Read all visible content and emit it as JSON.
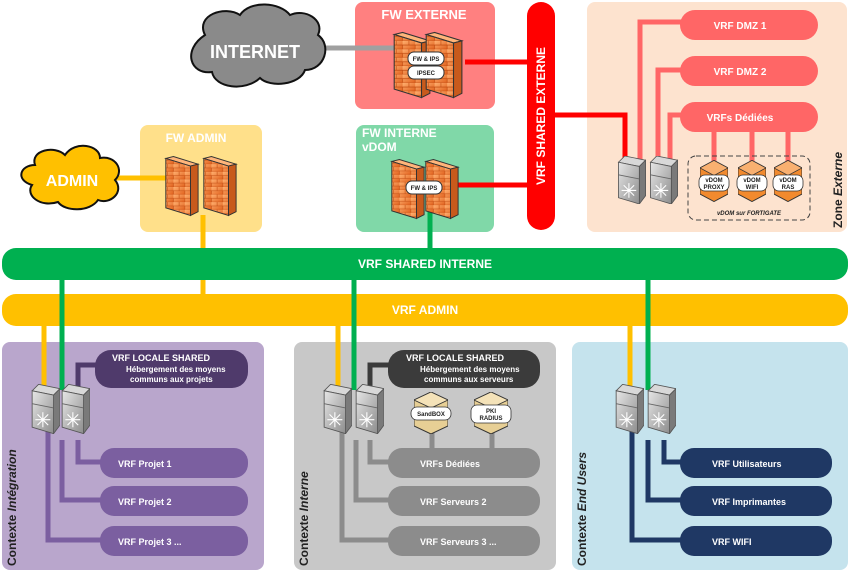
{
  "colors": {
    "red": "#ff0000",
    "red_light": "#ff6666",
    "fw_externe_bg": "#ff8080",
    "zone_externe_bg": "#fde3cf",
    "green": "#00b050",
    "fw_interne_bg": "#80d8a8",
    "yellow": "#ffc000",
    "fw_admin_bg": "#ffe08a",
    "purple_bg": "#b9a6cc",
    "purple": "#7b5fa0",
    "purple_dark": "#4f3a6b",
    "gray_bg": "#c8c8c8",
    "gray": "#8c8c8c",
    "gray_dark": "#3b3b3b",
    "blue_bg": "#c5e3ed",
    "navy": "#1f3864",
    "cloud_gray": "#8a8a8a",
    "cloud_yellow": "#ffc000",
    "firewall_orange": "#f08030"
  },
  "clouds": {
    "internet": "INTERNET",
    "admin": "ADMIN"
  },
  "fw_externe": {
    "title": "FW EXTERNE",
    "badges": [
      "FW & IPS",
      "IPSEC"
    ]
  },
  "fw_interne": {
    "title_line1": "FW INTERNE",
    "title_line2": "vDOM",
    "badges": [
      "FW & IPS"
    ]
  },
  "fw_admin": {
    "title": "FW ADMIN"
  },
  "vrf_shared_externe": "VRF SHARED EXTERNE",
  "vrf_shared_interne": "VRF SHARED INTERNE",
  "vrf_admin": "VRF ADMIN",
  "zone_externe": {
    "title_prefix": "Zone ",
    "title_emphasis": "Externe",
    "vrfs": [
      "VRF DMZ 1",
      "VRF DMZ 2",
      "VRFs Dédiées"
    ],
    "vdoms": [
      {
        "line1": "vDOM",
        "line2": "PROXY"
      },
      {
        "line1": "vDOM",
        "line2": "WIFI"
      },
      {
        "line1": "vDOM",
        "line2": "RAS"
      }
    ],
    "vdom_caption": "vDOM sur FORTIGATE"
  },
  "contexts": [
    {
      "id": "integration",
      "title_prefix": "Contexte ",
      "title_emphasis": "Intégration",
      "shared_title": "VRF LOCALE SHARED",
      "shared_line1": "Hébergement des moyens",
      "shared_line2": "communs aux projets",
      "vrfs": [
        "VRF Projet 1",
        "VRF Projet 2",
        "VRF Projet 3 ..."
      ]
    },
    {
      "id": "interne",
      "title_prefix": "Contexte ",
      "title_emphasis": "Interne",
      "shared_title": "VRF LOCALE SHARED",
      "shared_line1": "Hébergement des moyens",
      "shared_line2": "communs aux serveurs",
      "servers": [
        {
          "line1": "SandBOX",
          "line2": ""
        },
        {
          "line1": "PKI",
          "line2": "RADIUS"
        }
      ],
      "vrfs": [
        "VRFs Dédiées",
        "VRF Serveurs 2",
        "VRF Serveurs 3 ..."
      ]
    },
    {
      "id": "end-users",
      "title_prefix": "Contexte ",
      "title_emphasis": "End Users",
      "vrfs": [
        "VRF Utilisateurs",
        "VRF Imprimantes",
        "VRF WIFI"
      ]
    }
  ]
}
